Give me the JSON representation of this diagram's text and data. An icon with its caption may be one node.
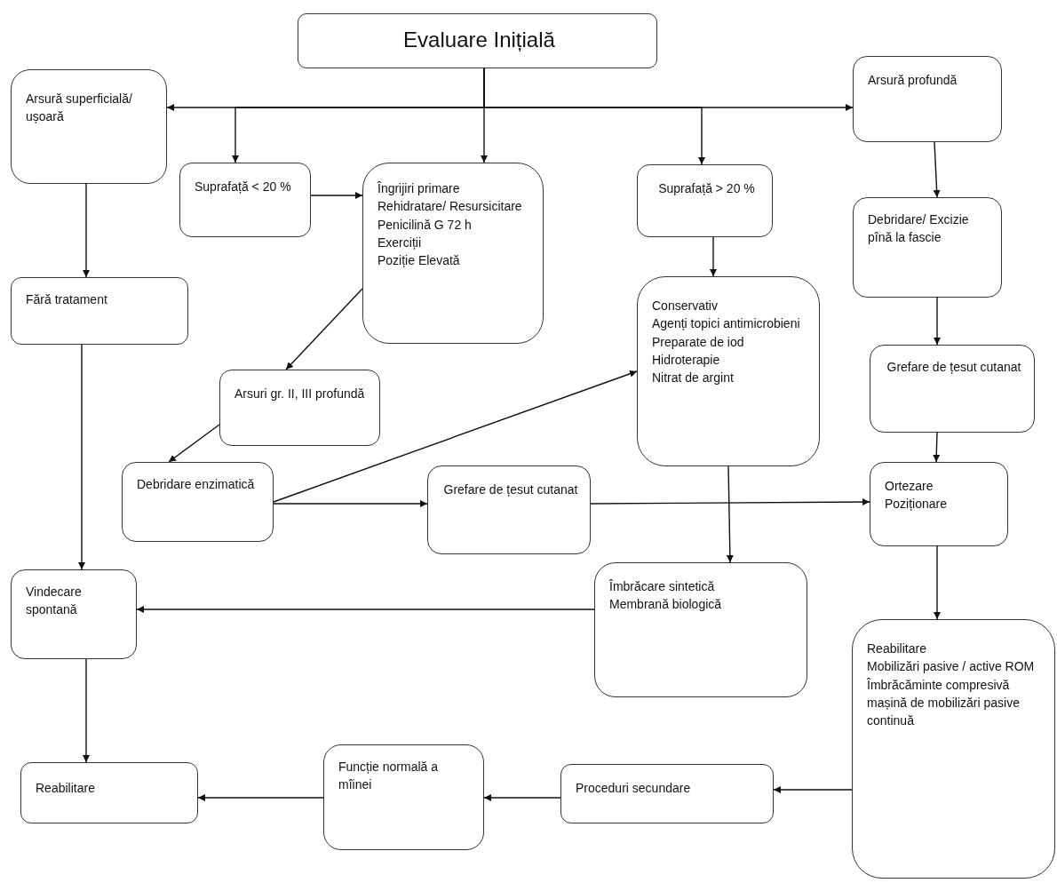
{
  "diagram": {
    "nodes": [
      {
        "text": [
          "Evaluare Inițială"
        ]
      },
      {
        "text": [
          "Arsură superficială/ ușoară"
        ]
      },
      {
        "text": [
          "Suprafață < 20 %"
        ]
      },
      {
        "text": [
          "Îngrijiri primare",
          "Rehidratare/ Resursicitare",
          "Penicilină G 72 h",
          "Exerciții",
          "Poziție Elevată"
        ]
      },
      {
        "text": [
          "Suprafață > 20 %"
        ]
      },
      {
        "text": [
          "Arsură profundă"
        ]
      },
      {
        "text": [
          "Debridare/ Excizie pînă la fascie"
        ]
      },
      {
        "text": [
          "Fără tratament"
        ]
      },
      {
        "text": [
          "Conservativ",
          "Agenți topici antimicrobieni",
          "Preparate de iod",
          "Hidroterapie",
          "Nitrat de argint"
        ]
      },
      {
        "text": [
          "Arsuri gr. II, III profundă"
        ]
      },
      {
        "text": [
          "Grefare de țesut cutanat"
        ]
      },
      {
        "text": [
          "Debridare enzimatică"
        ]
      },
      {
        "text": [
          "Grefare de țesut cutanat"
        ]
      },
      {
        "text": [
          "Ortezare",
          "Poziționare"
        ]
      },
      {
        "text": [
          "Vindecare spontană"
        ]
      },
      {
        "text": [
          "Îmbrăcare sintetică",
          "Membrană biologică"
        ]
      },
      {
        "text": [
          "Reabilitare",
          "Mobilizări pasive / active ROM",
          "Îmbrăcăminte compresivă",
          "mașină de mobilizări pasive continuă"
        ]
      },
      {
        "text": [
          "Reabilitare"
        ]
      },
      {
        "text": [
          "Funcție normală a mîinei"
        ]
      },
      {
        "text": [
          "Proceduri secundare"
        ]
      }
    ],
    "edges": [
      {
        "from": 0,
        "to": 1,
        "arrow": "to"
      },
      {
        "from": 0,
        "to": 2,
        "arrow": "to"
      },
      {
        "from": 0,
        "to": 3,
        "arrow": "to"
      },
      {
        "from": 0,
        "to": 4,
        "arrow": "to"
      },
      {
        "from": 0,
        "to": 5,
        "arrow": "to"
      },
      {
        "from": 1,
        "to": 7,
        "arrow": "to"
      },
      {
        "from": 2,
        "to": 3,
        "arrow": "to"
      },
      {
        "from": 3,
        "to": 9,
        "arrow": "to"
      },
      {
        "from": 4,
        "to": 8,
        "arrow": "to"
      },
      {
        "from": 5,
        "to": 6,
        "arrow": "to"
      },
      {
        "from": 6,
        "to": 10,
        "arrow": "to"
      },
      {
        "from": 7,
        "to": 14,
        "arrow": "to"
      },
      {
        "from": 9,
        "to": 11,
        "arrow": "to"
      },
      {
        "from": 11,
        "to": 8,
        "arrow": "to"
      },
      {
        "from": 11,
        "to": 12,
        "arrow": "to"
      },
      {
        "from": 12,
        "to": 13,
        "arrow": "to"
      },
      {
        "from": 10,
        "to": 13,
        "arrow": "to"
      },
      {
        "from": 8,
        "to": 15,
        "arrow": "to"
      },
      {
        "from": 13,
        "to": 16,
        "arrow": "to"
      },
      {
        "from": 15,
        "to": 14,
        "arrow": "to"
      },
      {
        "from": 16,
        "to": 19,
        "arrow": "to"
      },
      {
        "from": 19,
        "to": 18,
        "arrow": "to"
      },
      {
        "from": 18,
        "to": 17,
        "arrow": "to"
      },
      {
        "from": 14,
        "to": 17,
        "arrow": "to"
      }
    ]
  }
}
